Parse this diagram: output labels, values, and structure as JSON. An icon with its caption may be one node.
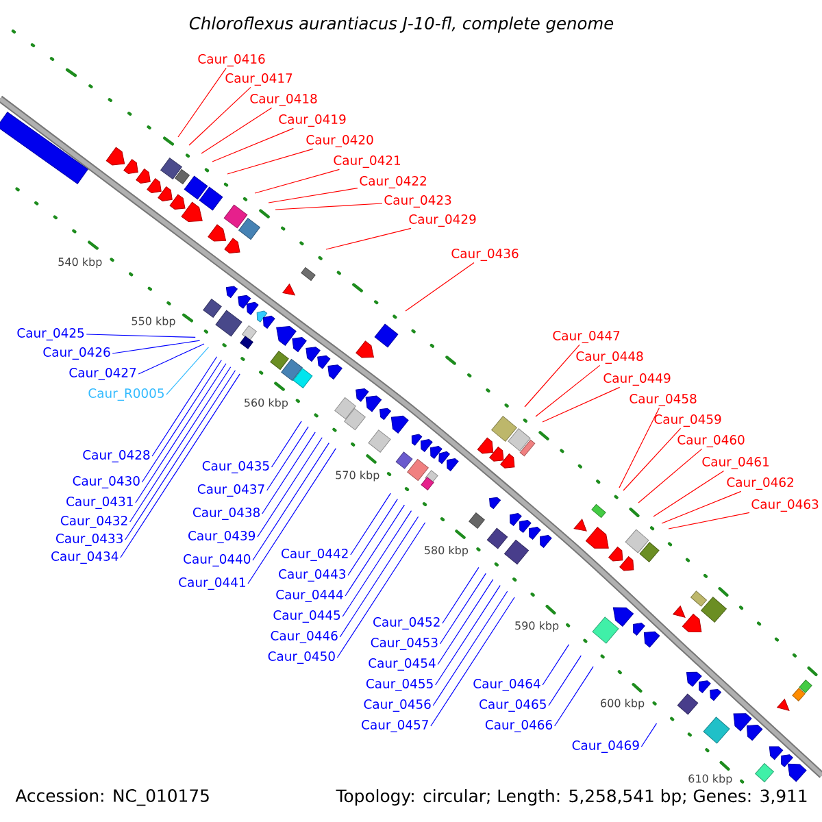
{
  "diagram": {
    "title": "Chloroflexus aurantiacus J-10-fl, complete genome",
    "nodes": [
      {
        "text": [
          "Caur_0416"
        ]
      },
      {
        "text": [
          "Caur_0417"
        ]
      },
      {
        "text": [
          "Caur_0418"
        ]
      },
      {
        "text": [
          "Caur_0419"
        ]
      },
      {
        "text": [
          "Caur_0420"
        ]
      },
      {
        "text": [
          "Caur_0421"
        ]
      },
      {
        "text": [
          "Caur_0422"
        ]
      },
      {
        "text": [
          "Caur_0423"
        ]
      },
      {
        "text": [
          "Caur_0425"
        ]
      },
      {
        "text": [
          "Caur_0426"
        ]
      },
      {
        "text": [
          "Caur_0427"
        ]
      },
      {
        "text": [
          "Caur_R0005"
        ]
      },
      {
        "text": [
          "Caur_0428"
        ]
      },
      {
        "text": [
          "Caur_0429"
        ]
      },
      {
        "text": [
          "Caur_0430"
        ]
      },
      {
        "text": [
          "Caur_0431"
        ]
      },
      {
        "text": [
          "Caur_0432"
        ]
      },
      {
        "text": [
          "Caur_0433"
        ]
      },
      {
        "text": [
          "Caur_0434"
        ]
      },
      {
        "text": [
          "Caur_0435"
        ]
      },
      {
        "text": [
          "Caur_0436"
        ]
      },
      {
        "text": [
          "Caur_0437"
        ]
      },
      {
        "text": [
          "Caur_0438"
        ]
      },
      {
        "text": [
          "Caur_0439"
        ]
      },
      {
        "text": [
          "Caur_0440"
        ]
      },
      {
        "text": [
          "Caur_0441"
        ]
      },
      {
        "text": [
          "Caur_0442"
        ]
      },
      {
        "text": [
          "Caur_0443"
        ]
      },
      {
        "text": [
          "Caur_0444"
        ]
      },
      {
        "text": [
          "Caur_0445"
        ]
      },
      {
        "text": [
          "Caur_0446"
        ]
      },
      {
        "text": [
          "Caur_0447"
        ]
      },
      {
        "text": [
          "Caur_0448"
        ]
      },
      {
        "text": [
          "Caur_0449"
        ]
      },
      {
        "text": [
          "Caur_0450"
        ]
      },
      {
        "text": [
          "Caur_0452"
        ]
      },
      {
        "text": [
          "Caur_0453"
        ]
      },
      {
        "text": [
          "Caur_0454"
        ]
      },
      {
        "text": [
          "Caur_0455"
        ]
      },
      {
        "text": [
          "Caur_0456"
        ]
      },
      {
        "text": [
          "Caur_0457"
        ]
      },
      {
        "text": [
          "Caur_0458"
        ]
      },
      {
        "text": [
          "Caur_0459"
        ]
      },
      {
        "text": [
          "Caur_0460"
        ]
      },
      {
        "text": [
          "Caur_0461"
        ]
      },
      {
        "text": [
          "Caur_0462"
        ]
      },
      {
        "text": [
          "Caur_0463"
        ]
      },
      {
        "text": [
          "Caur_0464"
        ]
      },
      {
        "text": [
          "Caur_0465"
        ]
      },
      {
        "text": [
          "Caur_0466"
        ]
      },
      {
        "text": [
          "Caur_0469"
        ]
      }
    ],
    "edges": [
      {
        "from": 0,
        "to": null,
        "arrow": "none",
        "color": "#ff0000"
      },
      {
        "from": 1,
        "to": null,
        "arrow": "none",
        "color": "#ff0000"
      },
      {
        "from": 2,
        "to": null,
        "arrow": "none",
        "color": "#ff0000"
      },
      {
        "from": 3,
        "to": null,
        "arrow": "none",
        "color": "#ff0000"
      },
      {
        "from": 4,
        "to": null,
        "arrow": "none",
        "color": "#ff0000"
      },
      {
        "from": 5,
        "to": null,
        "arrow": "none",
        "color": "#ff0000"
      },
      {
        "from": 6,
        "to": null,
        "arrow": "none",
        "color": "#ff0000"
      },
      {
        "from": 7,
        "to": null,
        "arrow": "none",
        "color": "#ff0000"
      },
      {
        "from": 8,
        "to": null,
        "arrow": "none"
      },
      {
        "from": 9,
        "to": null,
        "arrow": "none"
      },
      {
        "from": 10,
        "to": null,
        "arrow": "none"
      },
      {
        "from": 11,
        "to": null,
        "arrow": "none",
        "color": "#33bbff"
      },
      {
        "from": 12,
        "to": null,
        "arrow": "none"
      },
      {
        "from": 13,
        "to": null,
        "arrow": "none",
        "color": "#ff0000"
      },
      {
        "from": 14,
        "to": null,
        "arrow": "none"
      },
      {
        "from": 15,
        "to": null,
        "arrow": "none"
      },
      {
        "from": 16,
        "to": null,
        "arrow": "none"
      },
      {
        "from": 17,
        "to": null,
        "arrow": "none"
      },
      {
        "from": 18,
        "to": null,
        "arrow": "none"
      },
      {
        "from": 19,
        "to": null,
        "arrow": "none"
      },
      {
        "from": 20,
        "to": null,
        "arrow": "none",
        "color": "#ff0000"
      },
      {
        "from": 21,
        "to": null,
        "arrow": "none"
      },
      {
        "from": 22,
        "to": null,
        "arrow": "none"
      },
      {
        "from": 23,
        "to": null,
        "arrow": "none"
      },
      {
        "from": 24,
        "to": null,
        "arrow": "none"
      },
      {
        "from": 25,
        "to": null,
        "arrow": "none"
      },
      {
        "from": 26,
        "to": null,
        "arrow": "none"
      },
      {
        "from": 27,
        "to": null,
        "arrow": "none"
      },
      {
        "from": 28,
        "to": null,
        "arrow": "none"
      },
      {
        "from": 29,
        "to": null,
        "arrow": "none"
      },
      {
        "from": 30,
        "to": null,
        "arrow": "none"
      },
      {
        "from": 31,
        "to": null,
        "arrow": "none",
        "color": "#ff0000"
      },
      {
        "from": 32,
        "to": null,
        "arrow": "none",
        "color": "#ff0000"
      },
      {
        "from": 33,
        "to": null,
        "arrow": "none",
        "color": "#ff0000"
      },
      {
        "from": 34,
        "to": null,
        "arrow": "none"
      },
      {
        "from": 35,
        "to": null,
        "arrow": "none"
      },
      {
        "from": 36,
        "to": null,
        "arrow": "none"
      },
      {
        "from": 37,
        "to": null,
        "arrow": "none"
      },
      {
        "from": 38,
        "to": null,
        "arrow": "none"
      },
      {
        "from": 39,
        "to": null,
        "arrow": "none"
      },
      {
        "from": 40,
        "to": null,
        "arrow": "none"
      },
      {
        "from": 41,
        "to": null,
        "arrow": "none",
        "color": "#ff0000"
      },
      {
        "from": 42,
        "to": null,
        "arrow": "none",
        "color": "#ff0000"
      },
      {
        "from": 43,
        "to": null,
        "arrow": "none",
        "color": "#ff0000"
      },
      {
        "from": 44,
        "to": null,
        "arrow": "none",
        "color": "#ff0000"
      },
      {
        "from": 45,
        "to": null,
        "arrow": "none",
        "color": "#ff0000"
      },
      {
        "from": 46,
        "to": null,
        "arrow": "none",
        "color": "#ff0000"
      },
      {
        "from": 47,
        "to": null,
        "arrow": "none"
      },
      {
        "from": 48,
        "to": null,
        "arrow": "none"
      },
      {
        "from": 49,
        "to": null,
        "arrow": "none"
      },
      {
        "from": 50,
        "to": null,
        "arrow": "none"
      }
    ],
    "labels": [
      "540 kbp",
      "550 kbp",
      "560 kbp",
      "570 kbp",
      "580 kbp",
      "590 kbp",
      "600 kbp",
      "610 kbp",
      "Accession: NC_010175",
      "Topology: circular; Length: 5,258,541 bp; Genes: 3,911"
    ]
  }
}
